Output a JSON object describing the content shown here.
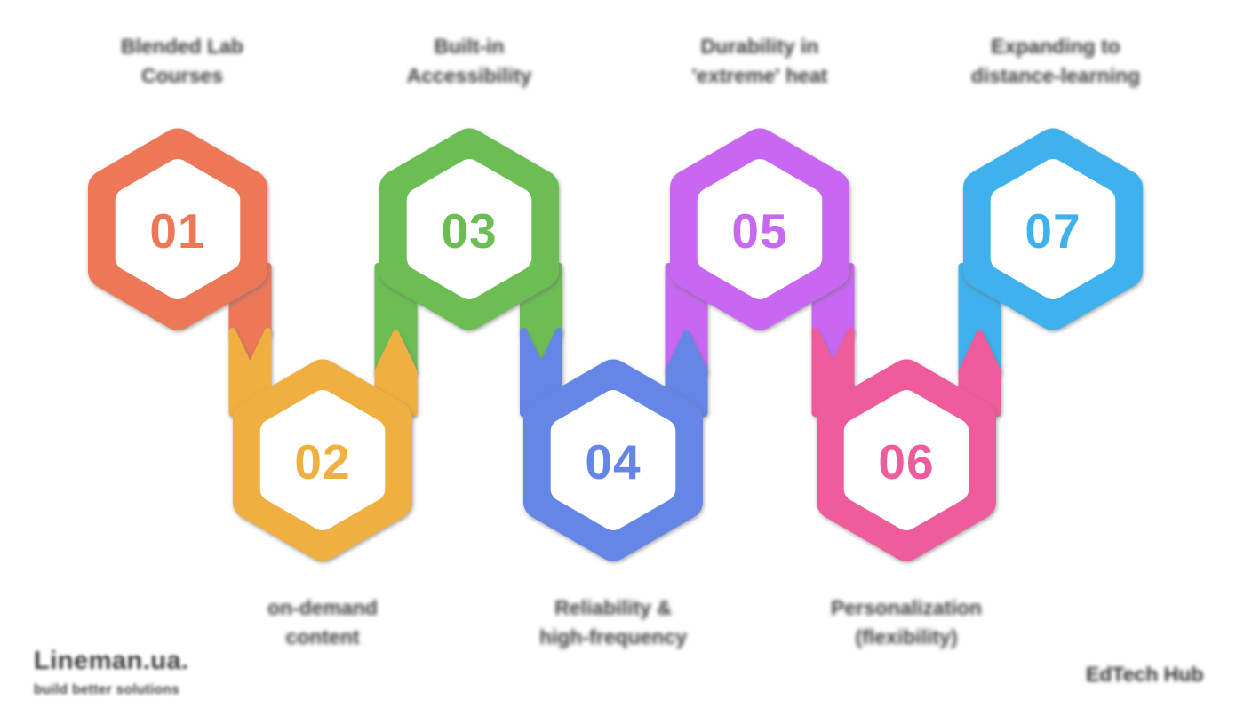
{
  "background_color": "#ffffff",
  "label_text_color": "#3e3e3e",
  "shadow_color": "#8f8f8f",
  "steps": [
    {
      "number": "01",
      "color": "#ED7858",
      "position": "top",
      "label_line1": "Blended Lab",
      "label_line2": "Courses"
    },
    {
      "number": "02",
      "color": "#F0B041",
      "position": "bottom",
      "label_line1": "on-demand",
      "label_line2": "content"
    },
    {
      "number": "03",
      "color": "#6CBE54",
      "position": "top",
      "label_line1": "Built-in",
      "label_line2": "Accessibility"
    },
    {
      "number": "04",
      "color": "#6585E7",
      "position": "bottom",
      "label_line1": "Reliability &",
      "label_line2": "high-frequency"
    },
    {
      "number": "05",
      "color": "#C868F2",
      "position": "top",
      "label_line1": "Durability in",
      "label_line2": "'extreme' heat"
    },
    {
      "number": "06",
      "color": "#EE5C9C",
      "position": "bottom",
      "label_line1": "Personalization",
      "label_line2": "(flexibility)"
    },
    {
      "number": "07",
      "color": "#3FB2EE",
      "position": "top",
      "label_line1": "Expanding to",
      "label_line2": "distance-learning"
    }
  ],
  "footer": {
    "brand_name": "Lineman.ua.",
    "brand_tagline": "build better solutions",
    "credit": "EdTech Hub"
  }
}
